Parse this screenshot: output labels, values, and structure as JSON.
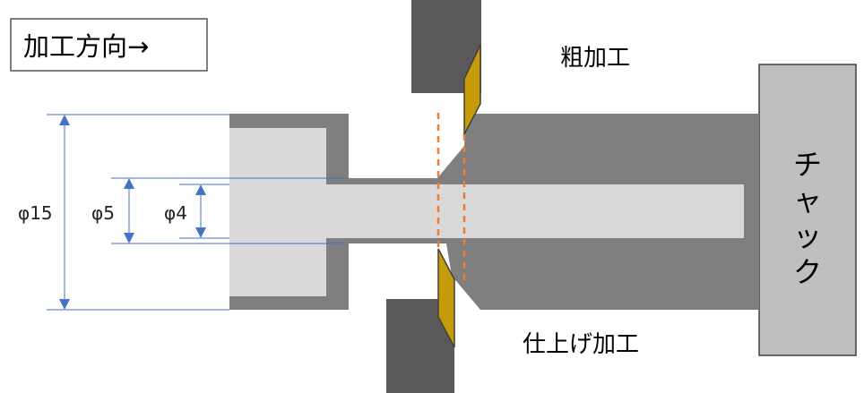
{
  "labels": {
    "direction": "加工方向→",
    "rough": "粗加工",
    "finish": "仕上げ加工",
    "chuck": [
      "チ",
      "ャ",
      "ッ",
      "ク"
    ]
  },
  "dimensions": {
    "d15": "φ15",
    "d5": "φ5",
    "d4": "φ4"
  },
  "colors": {
    "part_dark": "#7f7f7f",
    "part_light": "#d9d9d9",
    "tool_holder": "#595959",
    "insert": "#c59b0a",
    "chuck": "#bfbfbf",
    "dim_line": "#4472c4",
    "cut_line": "#ed7d31"
  }
}
